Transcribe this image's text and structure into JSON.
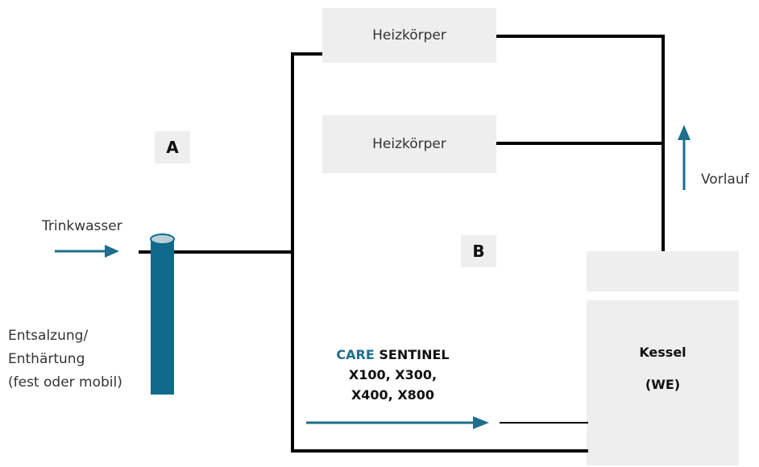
{
  "labels": {
    "radiator_top": "Heizkörper",
    "radiator_mid": "Heizkörper",
    "badge_a": "A",
    "badge_b": "B",
    "trinkwasser": "Trinkwasser",
    "vorlauf": "Vorlauf",
    "entsalzung_lines": [
      "Entsalzung/",
      "Enthärtung",
      "(fest oder mobil)"
    ],
    "product_brand": "CARE",
    "product_name": "SENTINEL",
    "product_models_1": "X100, X300,",
    "product_models_2": "X400, X800",
    "kessel_line1": "Kessel",
    "kessel_line2": "(WE)"
  },
  "colors": {
    "pipe": "#000000",
    "arrow_blue": "#1f6e8c",
    "cartridge_blue": "#0f6a8b",
    "box_gray": "#eeeeee",
    "brand_blue": "#1f6e8c"
  }
}
